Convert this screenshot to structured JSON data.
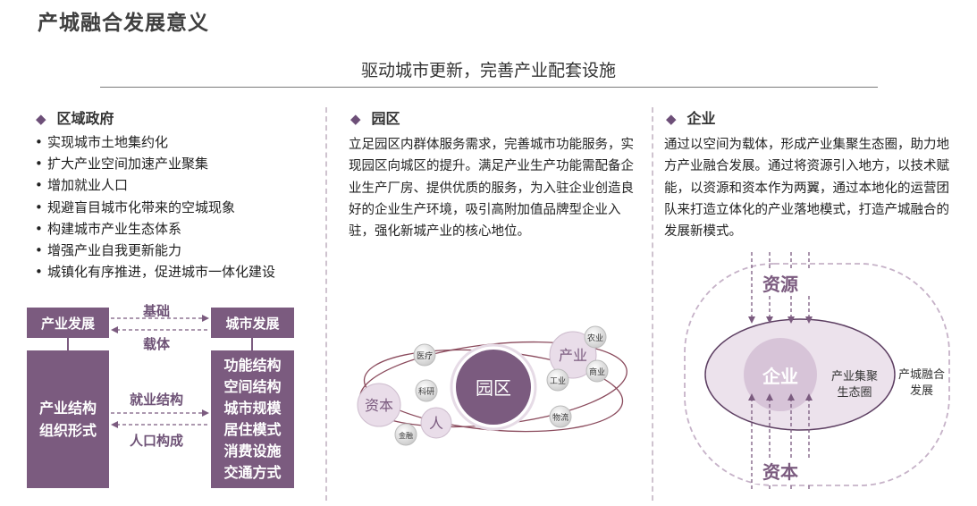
{
  "title": "产城融合发展意义",
  "subtitle": "驱动城市更新，完善产业配套设施",
  "sections": {
    "gov": {
      "heading": "区域政府",
      "bullets": [
        "实现城市土地集约化",
        "扩大产业空间加速产业聚集",
        "增加就业人口",
        "规避盲目城市化带来的空城现象",
        "构建城市产业生态体系",
        "增强产业自我更新能力",
        "城镇化有序推进，促进城市一体化建设"
      ],
      "diagram": {
        "box_industry": "产业发展",
        "box_city": "城市发展",
        "arrow_top": "基础",
        "arrow_bottom": "载体",
        "left_panel": "产业结构\n组织形式",
        "mid_top": "就业结构",
        "mid_bottom": "人口构成",
        "right_panel": "功能结构\n空间结构\n城市规模\n居住模式\n消费设施\n交通方式"
      }
    },
    "park": {
      "heading": "园区",
      "text": "立足园区内群体服务需求，完善城市功能服务，实现园区向城区的提升。满足产业生产功能需配备企业生产厂房、提供优质的服务，为入驻企业创造良好的企业生产环境，吸引高附加值品牌型企业入驻，强化新城产业的核心地位。",
      "diagram": {
        "center": "园区",
        "capital": "资本",
        "people": "人",
        "industry": "产业",
        "medical": "医疗",
        "research": "科研",
        "finance": "金融",
        "agri": "农业",
        "commerce": "商业",
        "manufacture": "工业",
        "logistics": "物流"
      }
    },
    "ent": {
      "heading": "企业",
      "text": "通过以空间为载体，形成产业集聚生态圈，助力地方产业融合发展。通过将资源引入地方，以技术赋能，以资源和资本作为两翼，通过本地化的运营团队来打造立体化的产业落地模式，打造产城融合的发展新模式。",
      "diagram": {
        "resource": "资源",
        "capital": "资本",
        "center": "企业",
        "inner_label": "产业集聚\n生态圈",
        "outer_label": "产城融合\n发展"
      }
    }
  },
  "colors": {
    "primary": "#7b5b7f",
    "light": "#e7dce8",
    "dash": "#b59ab8",
    "text": "#222222"
  }
}
